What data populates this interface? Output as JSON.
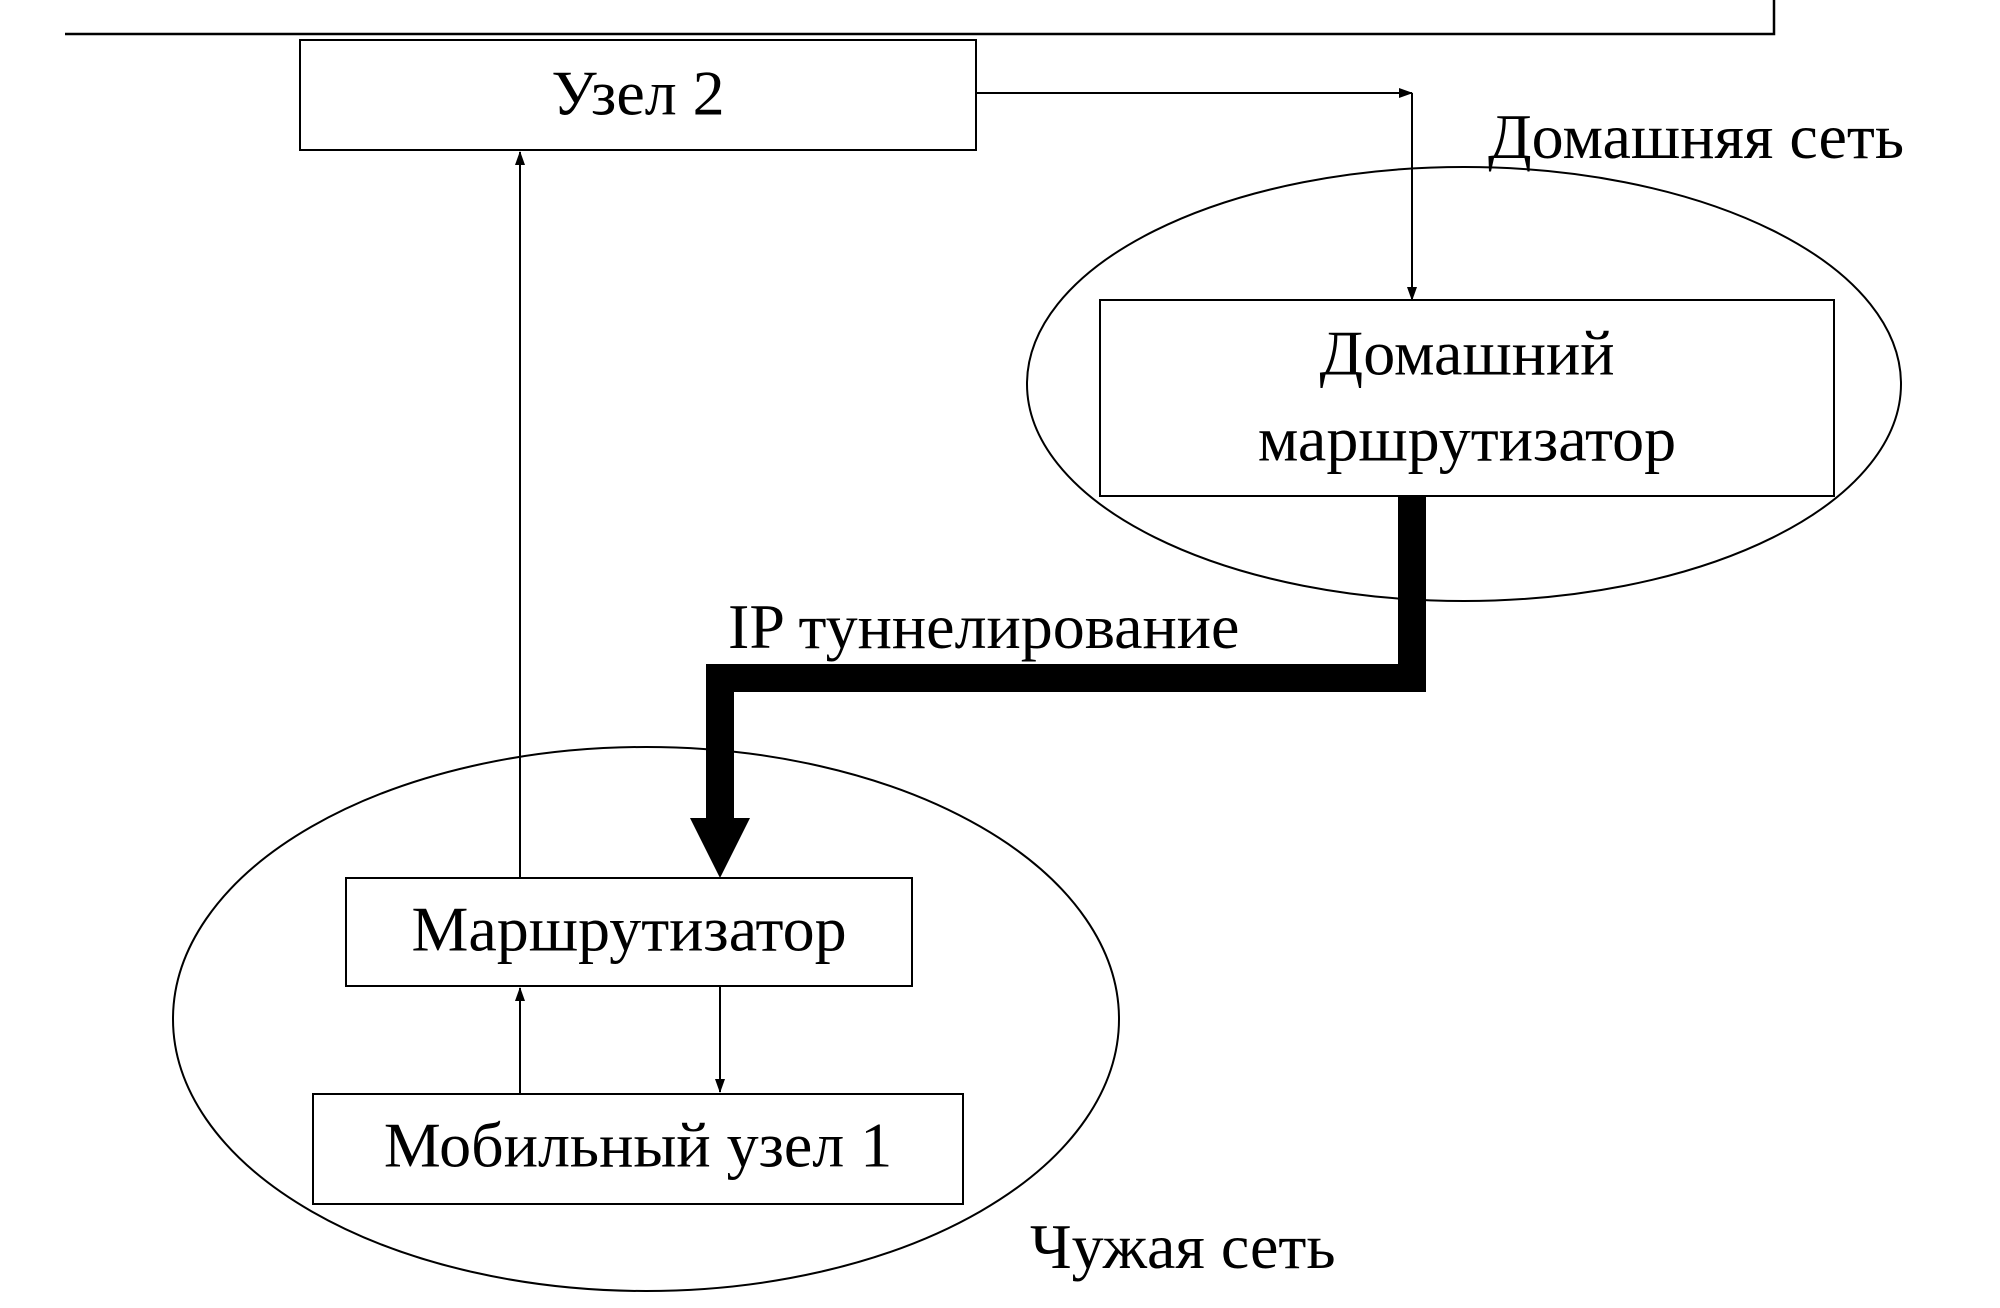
{
  "nodes": {
    "node2": "Узел 2",
    "home_router_line1": "Домашний",
    "home_router_line2": "маршрутизатор",
    "router": "Маршрутизатор",
    "mobile_node": "Мобильный узел 1"
  },
  "labels": {
    "home_network": "Домашняя сеть",
    "foreign_network": "Чужая сеть",
    "ip_tunneling": "IP туннелирование"
  },
  "colors": {
    "stroke": "#000000",
    "background": "#ffffff"
  }
}
